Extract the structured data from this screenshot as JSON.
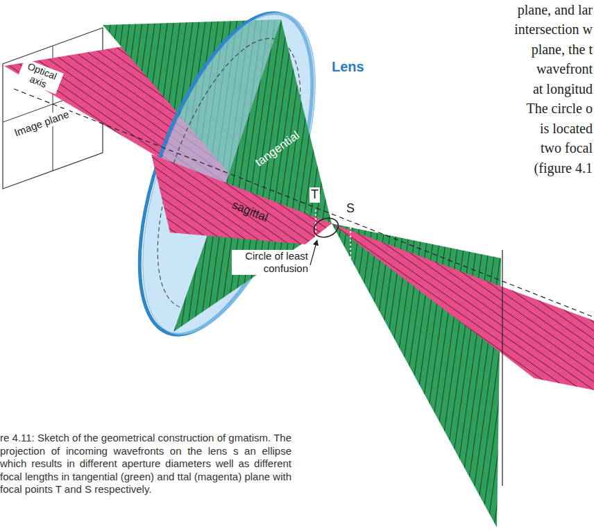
{
  "diagram": {
    "caption": "re 4.11: Sketch of the geometrical construction of gmatism. The projection of incoming wavefronts on the lens s an ellipse which results in different aperture diameters well as different focal lengths in tangential (green) and ttal (magenta) plane with focal points T and S respectively.",
    "labels": [
      "plane, and lar",
      "intersection w",
      "plane, the t",
      "wavefront",
      "at longitud",
      "The circle o",
      "is located",
      "two focal",
      "(figure 4.1",
      "Optical axis",
      "Image plane",
      "Lens",
      "tangential",
      "sagittal",
      "T",
      "S",
      "Circle of least confusion"
    ]
  }
}
